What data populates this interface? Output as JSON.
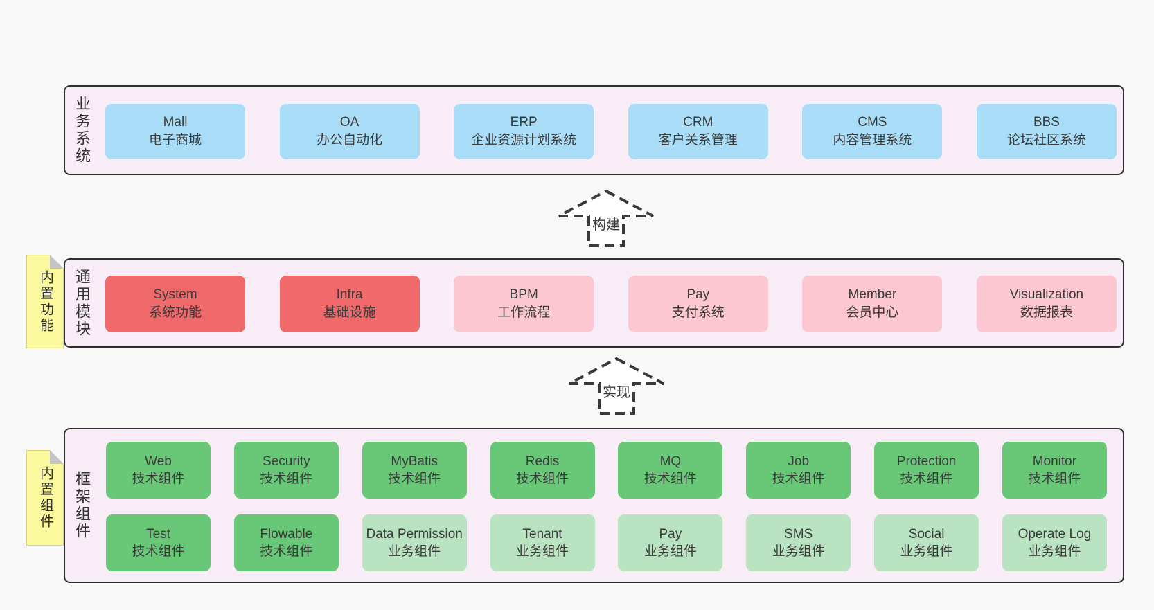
{
  "colors": {
    "page_bg": "#f8f8f8",
    "band_bg": "#f8edf6",
    "band_border": "#2f2f2f",
    "blue_box": "#a8dcf7",
    "red_box": "#f0696b",
    "pink_box": "#fcc7d1",
    "green_box": "#68c878",
    "light_green_box": "#b9e3c1",
    "sticky_yellow": "#fbf99e",
    "text": "#3a3a3a"
  },
  "bands": [
    {
      "label": "业务系统",
      "boxes": [
        {
          "en": "Mall",
          "zh": "电子商城"
        },
        {
          "en": "OA",
          "zh": "办公自动化"
        },
        {
          "en": "ERP",
          "zh": "企业资源计划系统"
        },
        {
          "en": "CRM",
          "zh": "客户关系管理"
        },
        {
          "en": "CMS",
          "zh": "内容管理系统"
        },
        {
          "en": "BBS",
          "zh": "论坛社区系统"
        }
      ]
    },
    {
      "label": "通用模块",
      "sticky": "内置功能",
      "boxes": [
        {
          "en": "System",
          "zh": "系统功能"
        },
        {
          "en": "Infra",
          "zh": "基础设施"
        },
        {
          "en": "BPM",
          "zh": "工作流程"
        },
        {
          "en": "Pay",
          "zh": "支付系统"
        },
        {
          "en": "Member",
          "zh": "会员中心"
        },
        {
          "en": "Visualization",
          "zh": "数据报表"
        }
      ]
    },
    {
      "label": "框架组件",
      "sticky": "内置组件",
      "rows": [
        [
          {
            "en": "Web",
            "zh": "技术组件"
          },
          {
            "en": "Security",
            "zh": "技术组件"
          },
          {
            "en": "MyBatis",
            "zh": "技术组件"
          },
          {
            "en": "Redis",
            "zh": "技术组件"
          },
          {
            "en": "MQ",
            "zh": "技术组件"
          },
          {
            "en": "Job",
            "zh": "技术组件"
          },
          {
            "en": "Protection",
            "zh": "技术组件"
          },
          {
            "en": "Monitor",
            "zh": "技术组件"
          }
        ],
        [
          {
            "en": "Test",
            "zh": "技术组件"
          },
          {
            "en": "Flowable",
            "zh": "技术组件"
          },
          {
            "en": "Data Permission",
            "zh": "业务组件"
          },
          {
            "en": "Tenant",
            "zh": "业务组件"
          },
          {
            "en": "Pay",
            "zh": "业务组件"
          },
          {
            "en": "SMS",
            "zh": "业务组件"
          },
          {
            "en": "Social",
            "zh": "业务组件"
          },
          {
            "en": "Operate Log",
            "zh": "业务组件"
          }
        ]
      ]
    }
  ],
  "arrows": [
    {
      "label": "构建"
    },
    {
      "label": "实现"
    }
  ]
}
